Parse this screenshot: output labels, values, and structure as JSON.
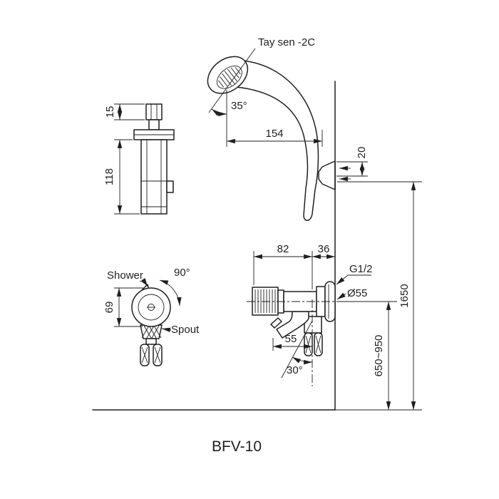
{
  "drawing": {
    "title": "BFV-10",
    "product_label": "Tay sen -2C",
    "positions": {
      "shower": "Shower",
      "spout": "Spout"
    },
    "dimensions": {
      "head_angle": "35°",
      "head_to_wall": "154",
      "holder_height": "20",
      "fitting_cap": "15",
      "fitting_body": "118",
      "handle_rotation": "90°",
      "valve_diameter": "69",
      "body_length": "82",
      "wall_offset": "36",
      "thread": "G1/2",
      "flange_diameter": "Ø55",
      "spout_reach": "55",
      "spout_angle": "30°",
      "mount_height": "650~950",
      "overall_height": "1650"
    },
    "colors": {
      "line": "#1f1f1f",
      "background": "#ffffff"
    }
  }
}
